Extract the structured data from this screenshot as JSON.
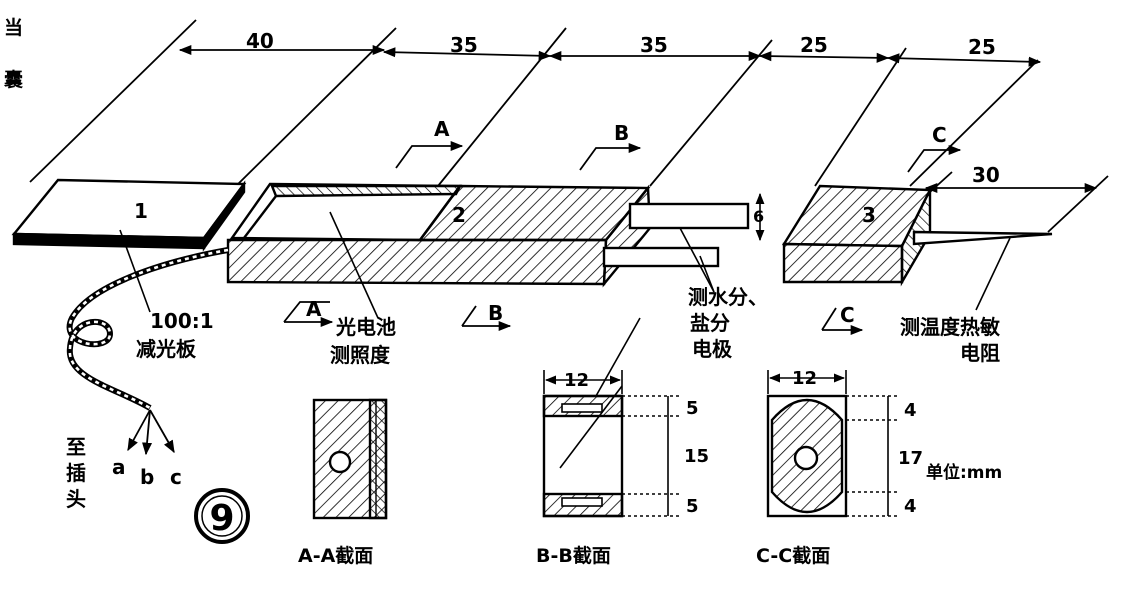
{
  "margin_text": [
    "当",
    "囊"
  ],
  "dimensions": {
    "top": [
      "40",
      "35",
      "35",
      "25",
      "25"
    ],
    "d6": "6",
    "d30": "30"
  },
  "section_markers": {
    "a": "A",
    "b": "B",
    "c": "C"
  },
  "part_numbers": [
    "1",
    "2",
    "3"
  ],
  "labels": {
    "reduction_plate": [
      "100:1",
      "减光板"
    ],
    "photocell": [
      "光电池",
      "测照度"
    ],
    "electrode": [
      "测水分、",
      "盐分",
      "电极"
    ],
    "thermistor": [
      "测温度热敏",
      "电阻"
    ],
    "plug": [
      "至",
      "插",
      "头"
    ],
    "wires": [
      "a",
      "b",
      "c"
    ]
  },
  "figure_number": "9",
  "section_dims": {
    "width_b": "12",
    "width_c": "12",
    "b_heights": [
      "5",
      "15",
      "5"
    ],
    "c_heights": [
      "4",
      "17",
      "4"
    ]
  },
  "units": "单位:mm",
  "captions": [
    "A-A截面",
    "B-B截面",
    "C-C截面"
  ]
}
